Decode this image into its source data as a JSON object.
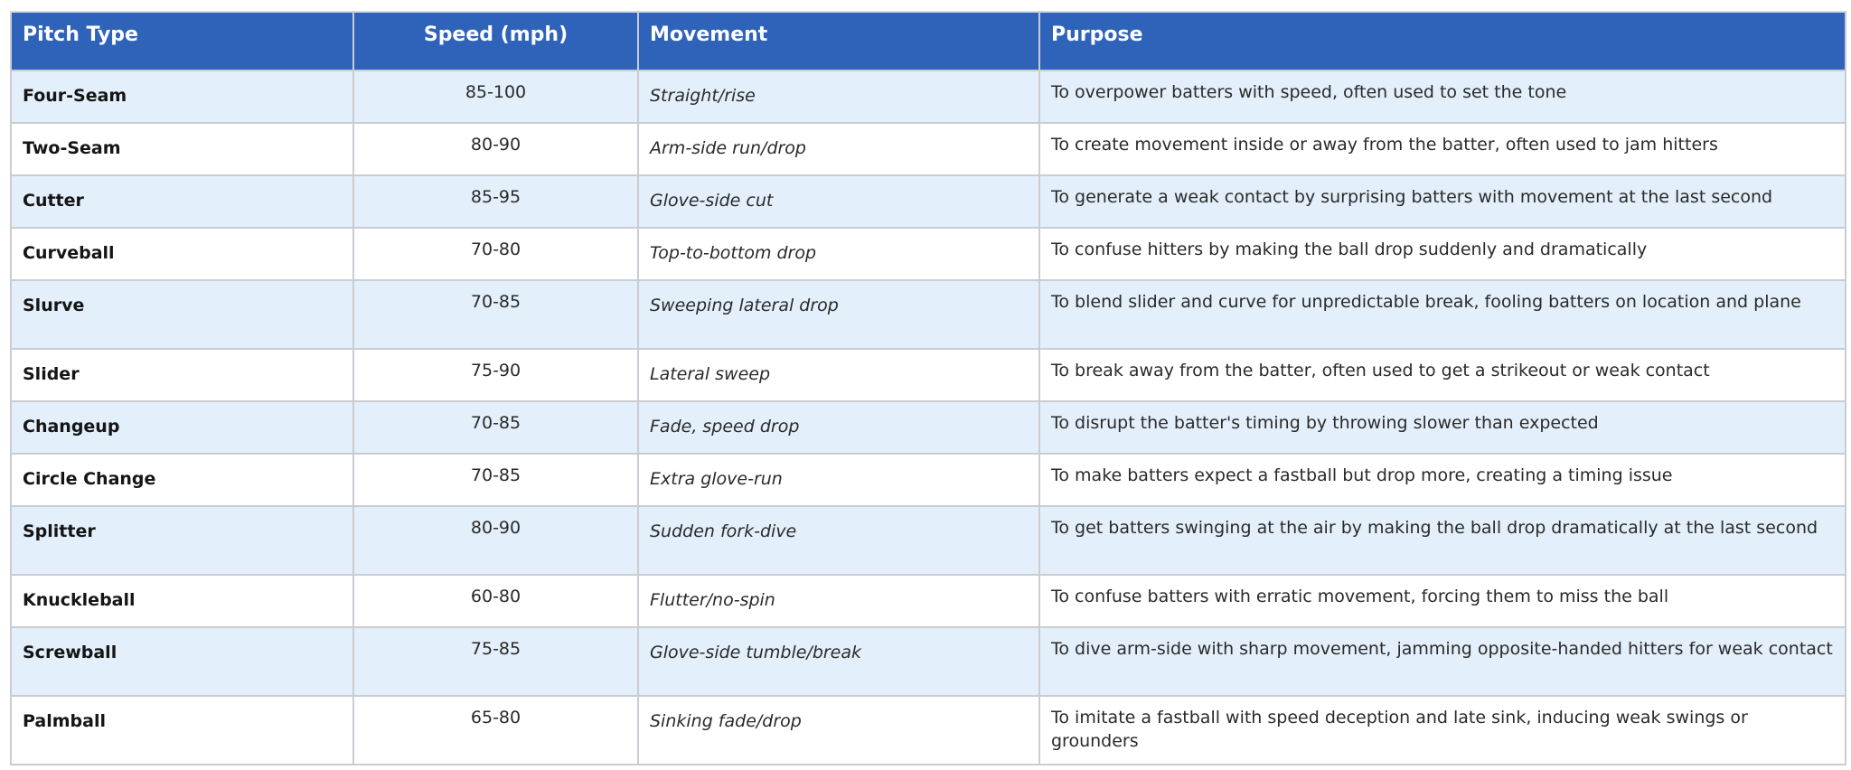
{
  "table": {
    "header_color": "#2f62b9",
    "alt_row_color": "#e3effa",
    "columns": [
      "Pitch Type",
      "Speed (mph)",
      "Movement",
      "Purpose"
    ],
    "rows": [
      {
        "pitch": "Four-Seam",
        "speed": "85-100",
        "movement": "Straight/rise",
        "purpose": "To overpower batters with speed, often used to set the tone"
      },
      {
        "pitch": "Two-Seam",
        "speed": "80-90",
        "movement": "Arm-side run/drop",
        "purpose": "To create movement inside or away from the batter, often used to jam hitters"
      },
      {
        "pitch": "Cutter",
        "speed": "85-95",
        "movement": "Glove-side cut",
        "purpose": "To generate a weak contact by surprising batters with movement at the last second"
      },
      {
        "pitch": "Curveball",
        "speed": "70-80",
        "movement": "Top-to-bottom drop",
        "purpose": "To confuse hitters by making the ball drop suddenly and dramatically"
      },
      {
        "pitch": "Slurve",
        "speed": "70-85",
        "movement": "Sweeping lateral drop",
        "purpose": "To blend slider and curve for unpredictable break, fooling batters on location and plane"
      },
      {
        "pitch": "Slider",
        "speed": "75-90",
        "movement": "Lateral sweep",
        "purpose": "To break away from the batter, often used to get a strikeout or weak contact"
      },
      {
        "pitch": "Changeup",
        "speed": "70-85",
        "movement": "Fade, speed drop",
        "purpose": "To disrupt the batter's timing by throwing slower than expected"
      },
      {
        "pitch": "Circle Change",
        "speed": "70-85",
        "movement": "Extra glove-run",
        "purpose": "To make batters expect a fastball but drop more, creating a timing issue"
      },
      {
        "pitch": "Splitter",
        "speed": "80-90",
        "movement": "Sudden fork-dive",
        "purpose": "To get batters swinging at the air by making the ball drop dramatically at the last second"
      },
      {
        "pitch": "Knuckleball",
        "speed": "60-80",
        "movement": "Flutter/no-spin",
        "purpose": "To confuse batters with erratic movement, forcing them to miss the ball"
      },
      {
        "pitch": "Screwball",
        "speed": "75-85",
        "movement": "Glove-side tumble/break",
        "purpose": "To dive arm-side with sharp movement, jamming opposite-handed hitters for weak contact"
      },
      {
        "pitch": "Palmball",
        "speed": "65-80",
        "movement": "Sinking fade/drop",
        "purpose": "To imitate a fastball with speed deception and late sink, inducing weak swings or grounders"
      }
    ]
  }
}
